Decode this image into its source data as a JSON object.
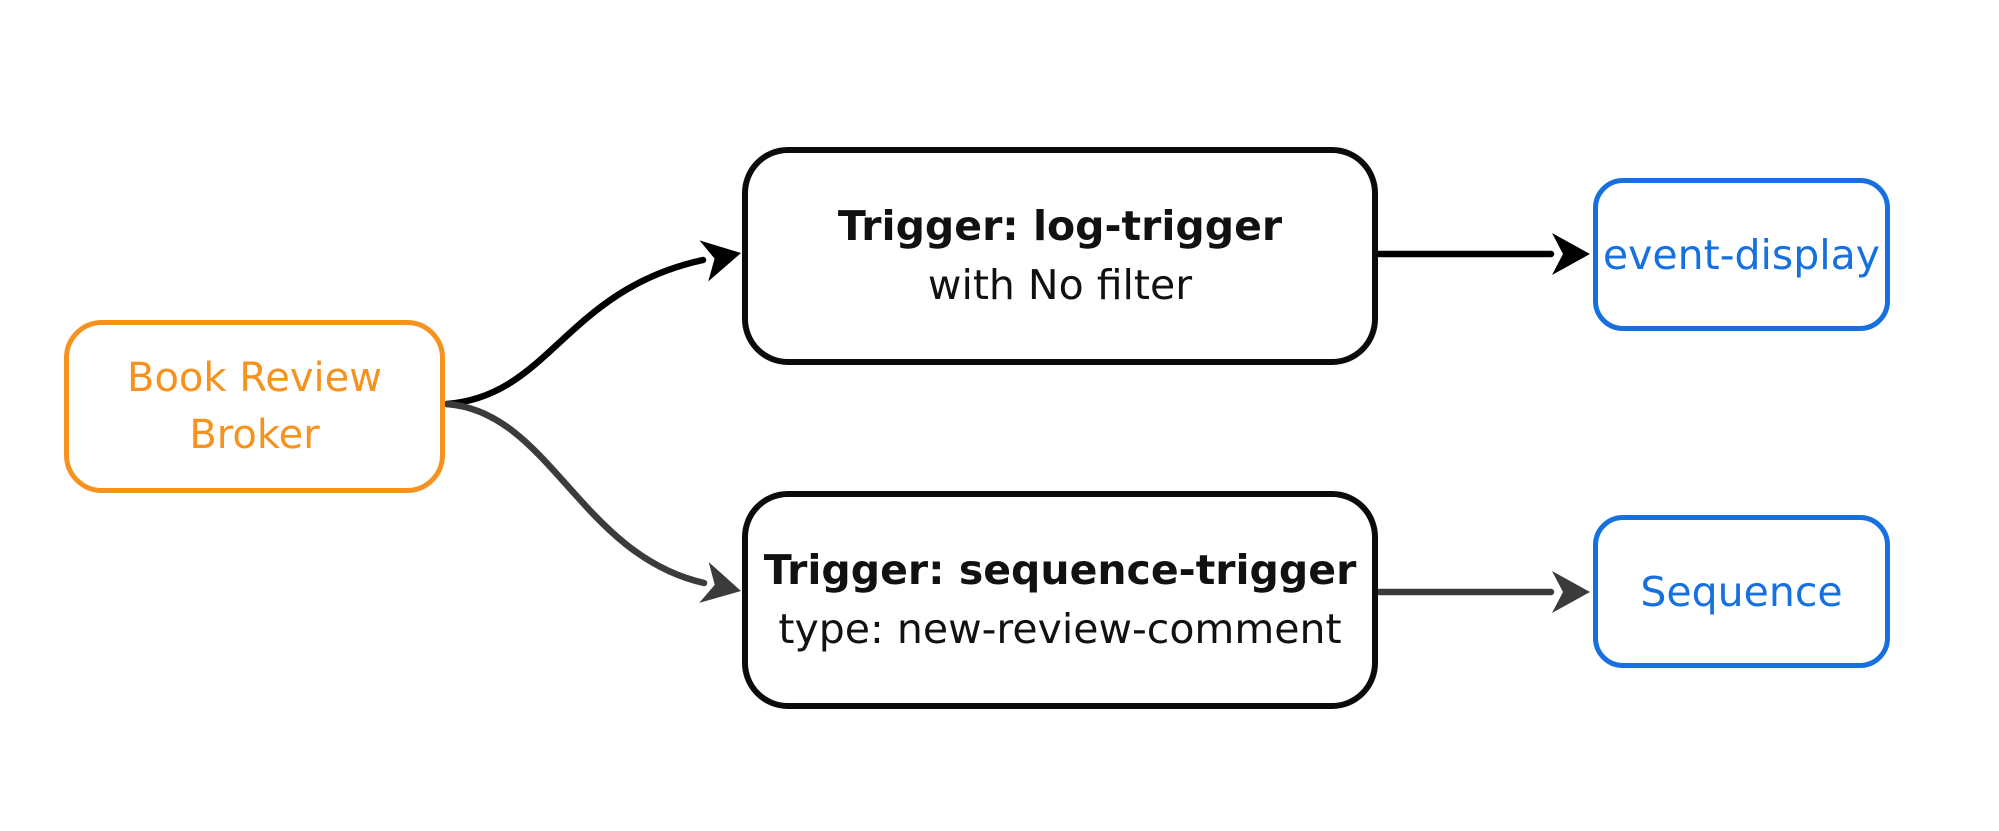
{
  "diagram": {
    "type": "flowchart",
    "direction": "left-to-right",
    "background": "#ffffff",
    "nodes": {
      "broker": {
        "id": "book-review-broker",
        "lines": [
          "Book Review",
          "Broker"
        ],
        "border_color": "#F6921E",
        "text_color": "#F6921E",
        "shape": "rounded-rect"
      },
      "trigger_log": {
        "id": "log-trigger",
        "title": "Trigger: log-trigger",
        "subtitle": "with No filter",
        "border_color": "#0b0b0b",
        "text_color": "#111111",
        "shape": "rounded-rect"
      },
      "trigger_sequence": {
        "id": "sequence-trigger",
        "title": "Trigger: sequence-trigger",
        "subtitle": "type: new-review-comment",
        "border_color": "#0b0b0b",
        "text_color": "#111111",
        "shape": "rounded-rect"
      },
      "sink_event_display": {
        "id": "event-display",
        "label": "event-display",
        "border_color": "#1670E0",
        "text_color": "#1670E0",
        "shape": "rounded-rect"
      },
      "sink_sequence": {
        "id": "sequence",
        "label": "Sequence",
        "border_color": "#1670E0",
        "text_color": "#1670E0",
        "shape": "rounded-rect"
      }
    },
    "edges": [
      {
        "from": "book-review-broker",
        "to": "log-trigger",
        "style": "curved",
        "arrowhead": "barbed",
        "color": "#000000"
      },
      {
        "from": "book-review-broker",
        "to": "sequence-trigger",
        "style": "curved",
        "arrowhead": "barbed",
        "color": "#3B3B3B"
      },
      {
        "from": "log-trigger",
        "to": "event-display",
        "style": "straight",
        "arrowhead": "barbed",
        "color": "#000000"
      },
      {
        "from": "sequence-trigger",
        "to": "sequence",
        "style": "straight",
        "arrowhead": "barbed",
        "color": "#3B3B3B"
      }
    ],
    "colors": {
      "edge_black": "#000000",
      "edge_gray": "#3B3B3B",
      "orange": "#F6921E",
      "blue": "#1670E0"
    }
  }
}
